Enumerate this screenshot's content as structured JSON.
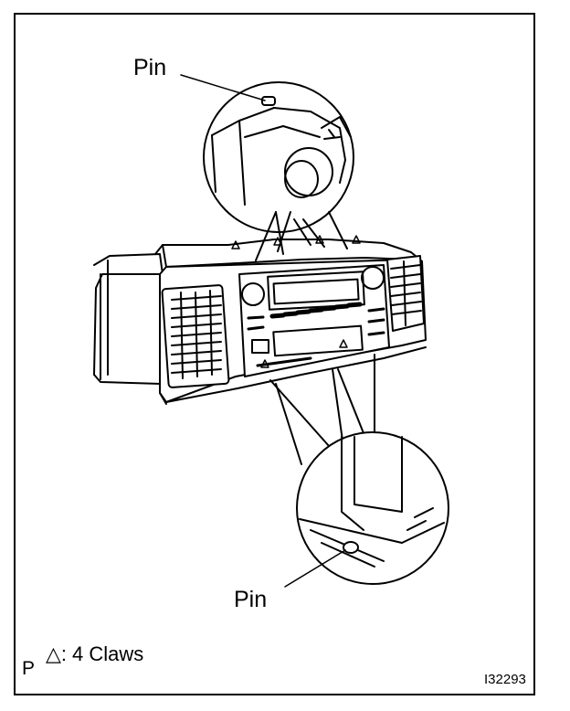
{
  "callouts": {
    "top_pin": "Pin",
    "bottom_pin": "Pin"
  },
  "legend": {
    "symbol": "△:",
    "text": "4 Claws"
  },
  "corner_letter": "P",
  "figure_code": "I32293"
}
